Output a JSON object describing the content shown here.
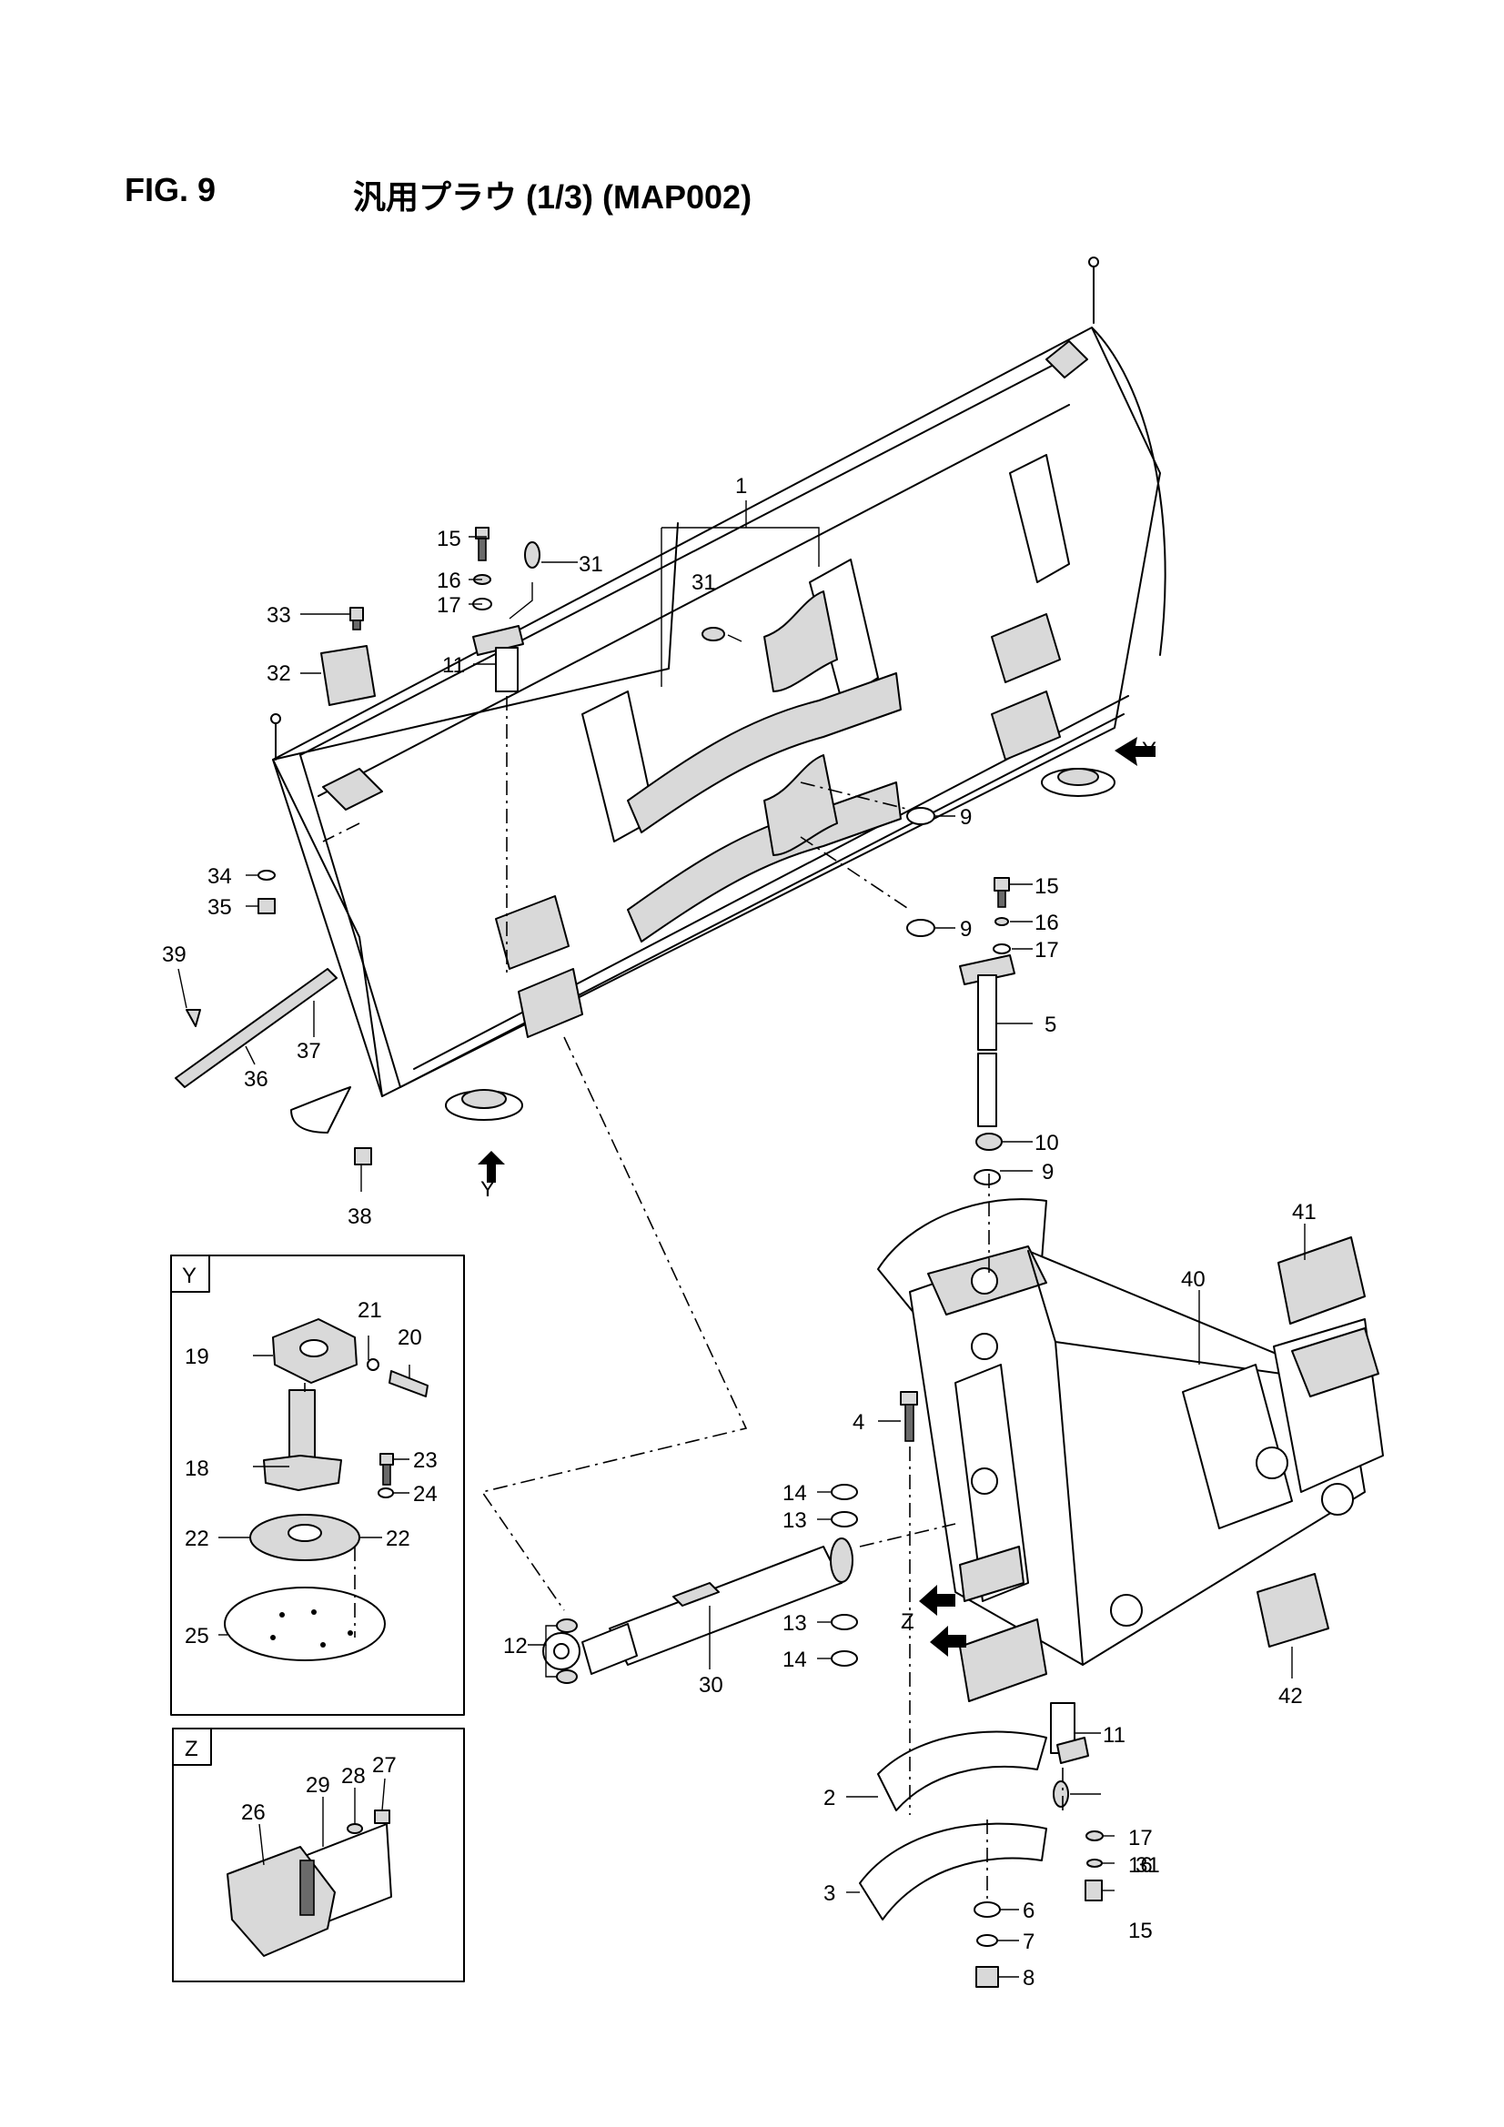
{
  "header": {
    "fig_number": "FIG. 9",
    "title": "汎用プラウ (1/3) (MAP002)"
  },
  "callouts": {
    "c1": "1",
    "c2": "2",
    "c3": "3",
    "c4": "4",
    "c5": "5",
    "c6": "6",
    "c7": "7",
    "c8": "8",
    "c9": "9",
    "c10": "10",
    "c11": "11",
    "c12": "12",
    "c13": "13",
    "c14": "14",
    "c15": "15",
    "c16": "16",
    "c17": "17",
    "c18": "18",
    "c19": "19",
    "c20": "20",
    "c21": "21",
    "c22": "22",
    "c23": "23",
    "c24": "24",
    "c25": "25",
    "c26": "26",
    "c27": "27",
    "c28": "28",
    "c29": "29",
    "c30": "30",
    "c31": "31",
    "c32": "32",
    "c33": "33",
    "c34": "34",
    "c35": "35",
    "c36": "36",
    "c37": "37",
    "c38": "38",
    "c39": "39",
    "c40": "40",
    "c41": "41",
    "c42": "42"
  },
  "view_labels": {
    "y": "Y",
    "z": "Z"
  },
  "inset_y": {
    "tag": "Y"
  },
  "inset_z": {
    "tag": "Z"
  }
}
